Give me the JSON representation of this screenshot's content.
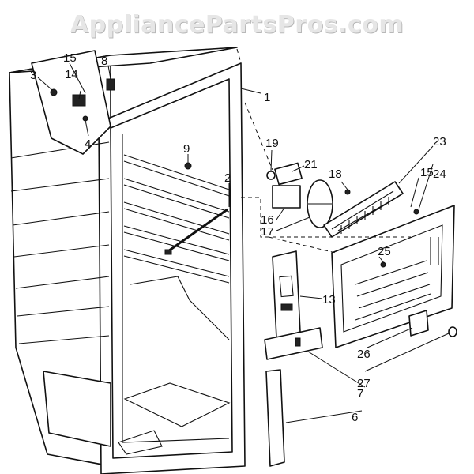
{
  "watermark": "AppliancePartsPros.com",
  "callouts": {
    "c1": "1",
    "c2": "2",
    "c3": "3",
    "c4": "4",
    "c6": "6",
    "c7": "7",
    "c8": "8",
    "c9": "9",
    "c13": "13",
    "c14": "14",
    "c15a": "15",
    "c15b": "15",
    "c16": "16",
    "c17": "17",
    "c18": "18",
    "c19": "19",
    "c21": "21",
    "c23": "23",
    "c24": "24",
    "c25": "25",
    "c26": "26",
    "c27": "27"
  }
}
